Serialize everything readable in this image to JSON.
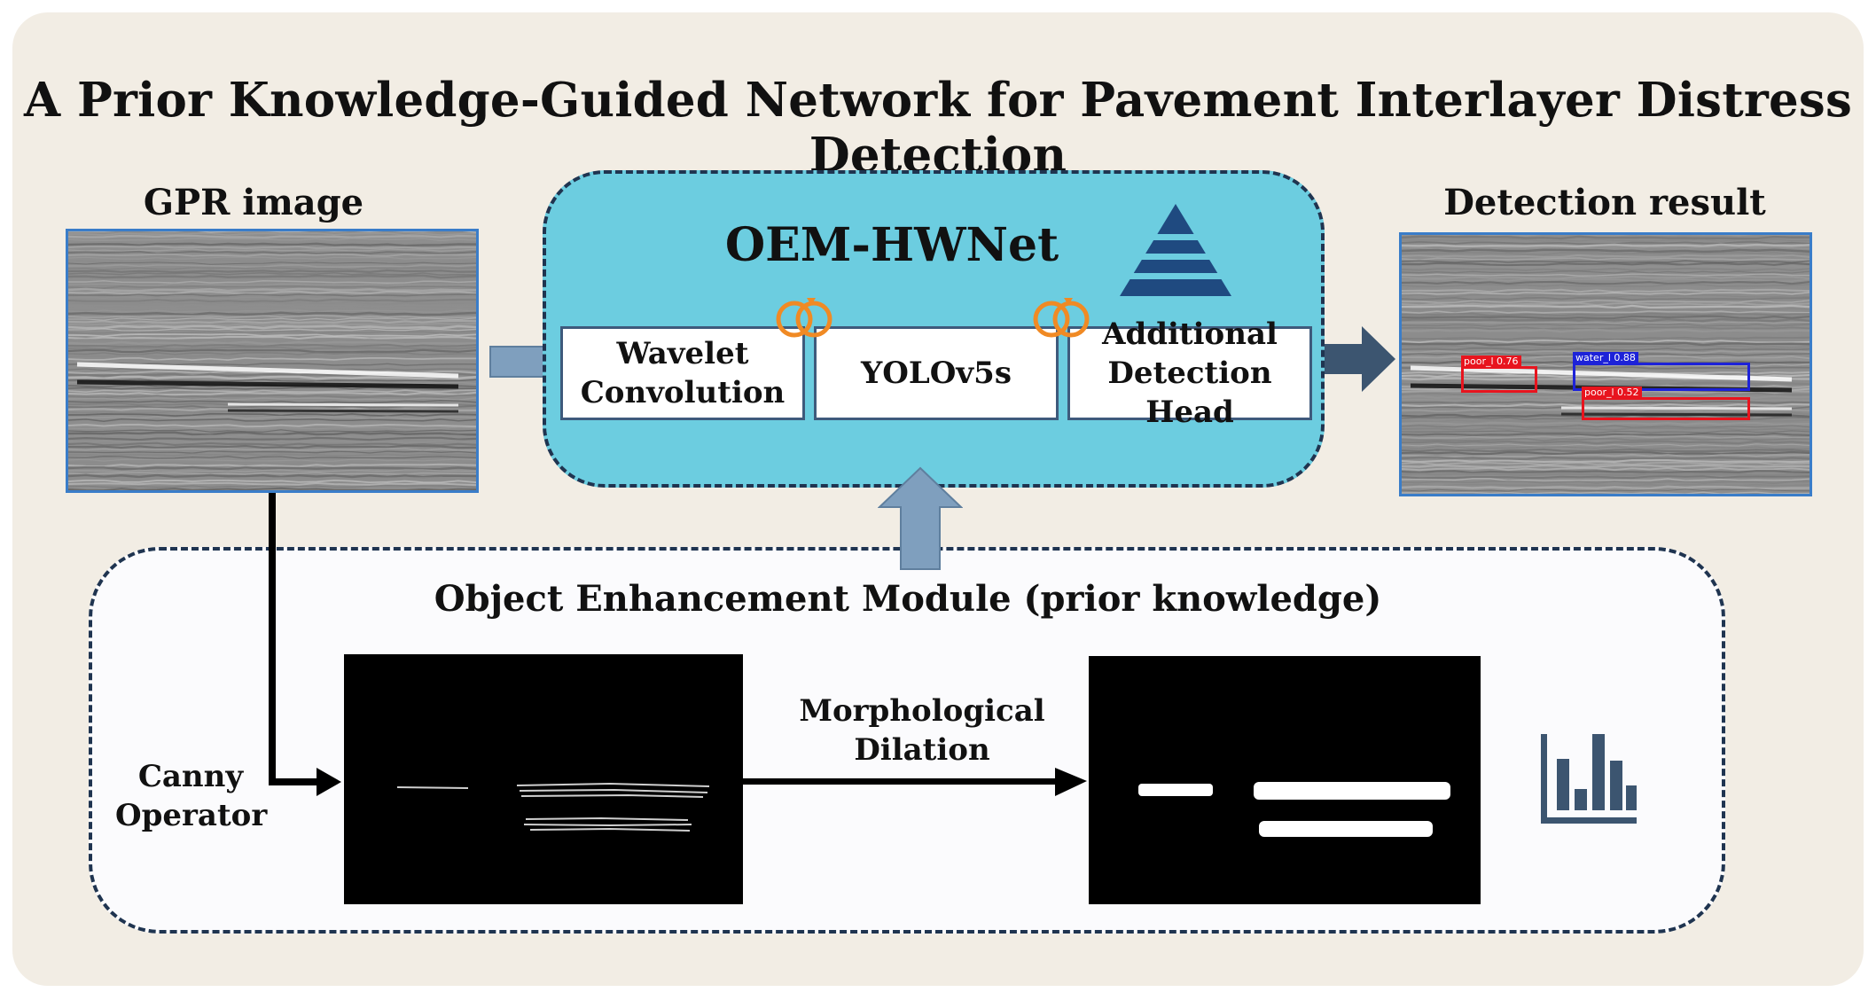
{
  "title": "A Prior Knowledge-Guided Network for Pavement Interlayer Distress Detection",
  "gpr_label": "GPR image",
  "result_label": "Detection result",
  "network": {
    "name": "OEM-HWNet",
    "modules": [
      "Wavelet\nConvolution",
      "YOLOv5s",
      "Additional\nDetection Head"
    ],
    "icon": "pyramid-icon"
  },
  "detections": [
    {
      "label": "poor_l 0.76",
      "color": "#e8141e"
    },
    {
      "label": "water_l 0.88",
      "color": "#1d22d8"
    },
    {
      "label": "poor_l 0.52",
      "color": "#e8141e"
    }
  ],
  "enhancement": {
    "title": "Object Enhancement Module (prior knowledge)",
    "canny": "Canny\nOperator",
    "dilation": "Morphological\nDilation",
    "icon": "bar-chart-icon"
  },
  "colors": {
    "background": "#f2ede4",
    "network_fill": "#6ccde0",
    "arrow_dark": "#3c5570",
    "arrow_light": "#7f9fbe",
    "ring": "#f08a24"
  }
}
